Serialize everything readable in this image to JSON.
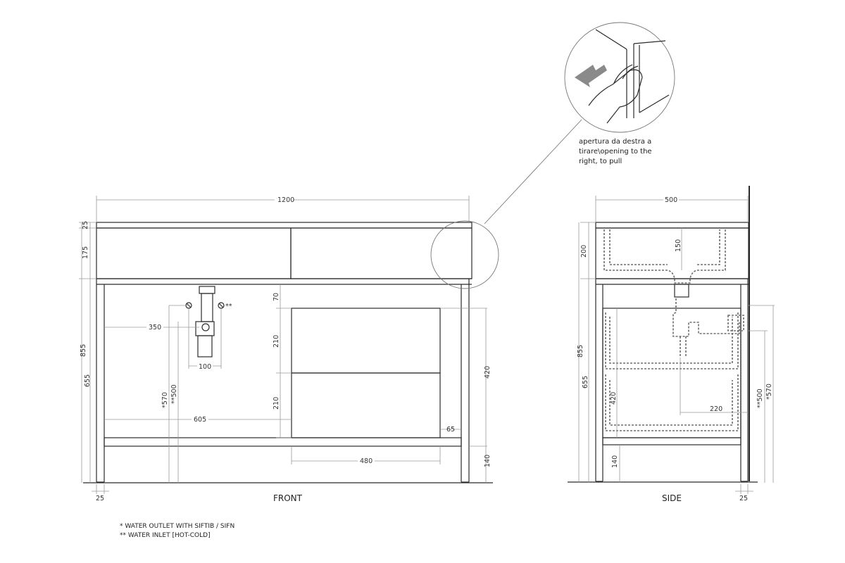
{
  "front": {
    "title": "FRONT",
    "dims": {
      "width": "1200",
      "top_thickness": "25",
      "drawer_height": "175",
      "total_height": "855",
      "leg_height": "655",
      "outlet_offset": "350",
      "inlet_spacing": "100",
      "outlet_height": "*570",
      "inlet_height": "**500",
      "drawer_offset": "605",
      "gap_top": "70",
      "drawer_upper": "210",
      "drawer_lower": "210",
      "drawer_block": "420",
      "right_gap": "65",
      "drawer_width": "480",
      "shelf_height": "140",
      "foot": "25"
    }
  },
  "side": {
    "title": "SIDE",
    "dims": {
      "depth": "500",
      "basin_depth": "150",
      "top_height": "200",
      "total_height": "855",
      "leg_height": "655",
      "drawer_block": "420",
      "trap_offset": "220",
      "inlet_height": "**500",
      "outlet_height": "*570",
      "shelf_height": "140",
      "foot": "25"
    }
  },
  "callout": {
    "line1": "apertura da destra a",
    "line2": "tirare\\opening to the",
    "line3": "right, to pull"
  },
  "notes": {
    "note1": "*  WATER OUTLET WITH SIFTIB / SIFN",
    "note2": "** WATER INLET [HOT-COLD]"
  }
}
